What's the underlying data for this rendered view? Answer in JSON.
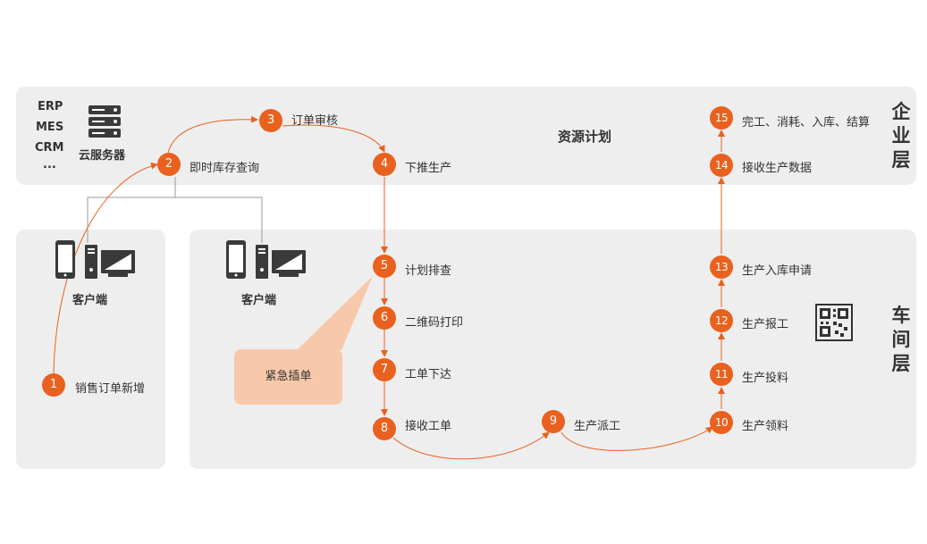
{
  "systems": [
    "ERP",
    "MES",
    "CRM",
    "..."
  ],
  "cloud_label": "云服务器",
  "layers": {
    "enterprise": "企业层",
    "workshop": "车间层"
  },
  "center_title": "资源计划",
  "client_left": "客户端",
  "client_right": "客户端",
  "callout": "紧急插单",
  "steps": [
    {
      "num": "1",
      "label": "销售订单新增"
    },
    {
      "num": "2",
      "label": "即时库存查询"
    },
    {
      "num": "3",
      "label": "订单审核"
    },
    {
      "num": "4",
      "label": "下推生产"
    },
    {
      "num": "5",
      "label": "计划排查"
    },
    {
      "num": "6",
      "label": "二维码打印"
    },
    {
      "num": "7",
      "label": "工单下达"
    },
    {
      "num": "8",
      "label": "接收工单"
    },
    {
      "num": "9",
      "label": "生产派工"
    },
    {
      "num": "10",
      "label": "生产领料"
    },
    {
      "num": "11",
      "label": "生产投料"
    },
    {
      "num": "12",
      "label": "生产报工"
    },
    {
      "num": "13",
      "label": "生产入库申请"
    },
    {
      "num": "14",
      "label": "接收生产数据"
    },
    {
      "num": "15",
      "label": "完工、消耗、入库、结算"
    }
  ],
  "colors": {
    "accent": "#e9611e",
    "panel": "#eeeeee",
    "callout": "#f8c8ab",
    "text": "#333333"
  },
  "icons": [
    "server-icon",
    "phone-icon",
    "desktop-tower-icon",
    "monitor-icon",
    "qr-code-icon"
  ]
}
